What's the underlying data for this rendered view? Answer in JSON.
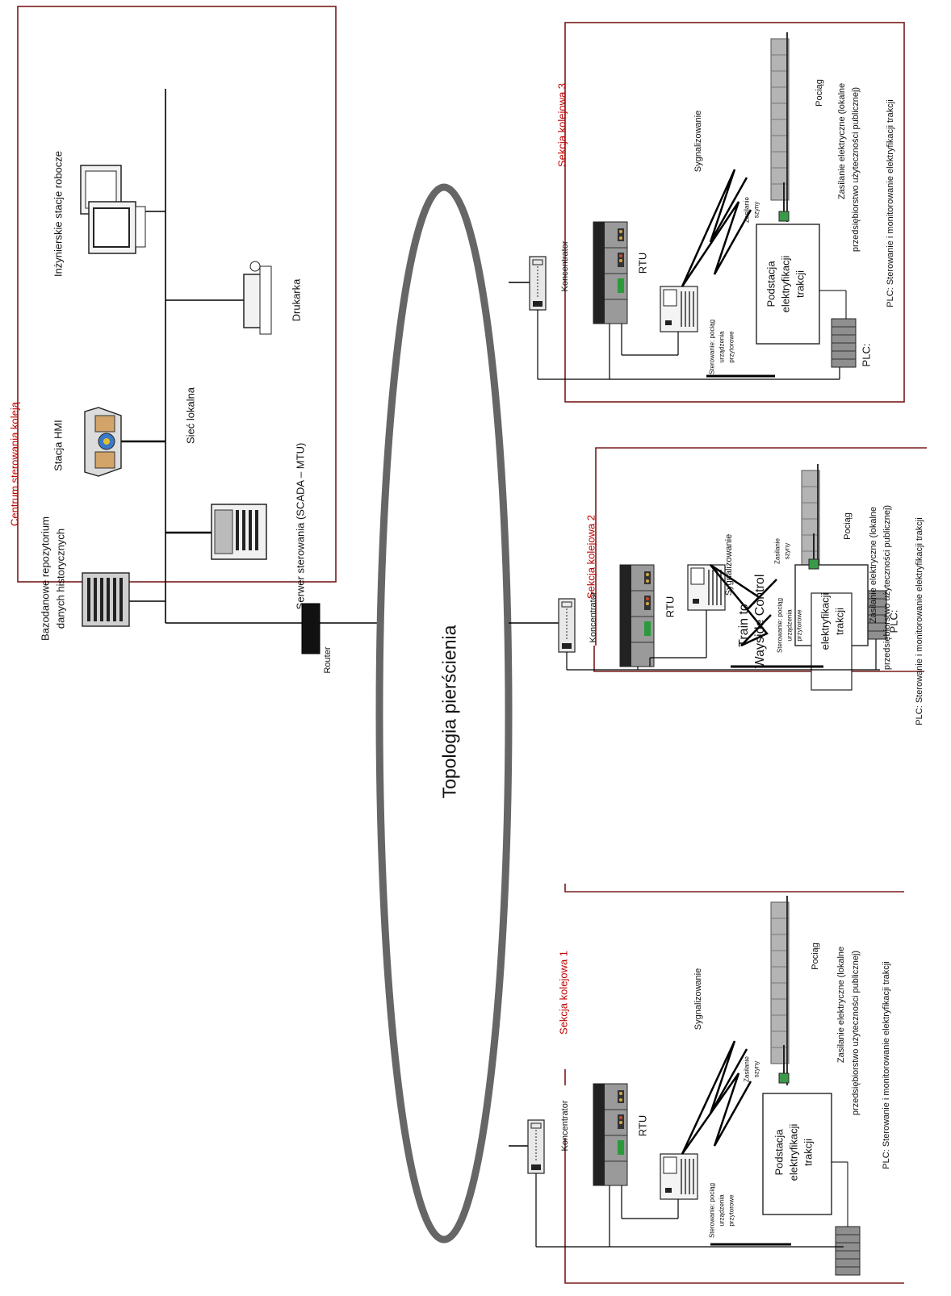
{
  "control_center": {
    "title": "Centrum sterowania koleją",
    "workstations_label": "Inżynierskie stacje robocze",
    "hmi_label": "Stacja HMI",
    "db_label_line1": "Bazodanowe repozytorium",
    "db_label_line2": "danych historycznych",
    "lan_label": "Sieć lokalna",
    "server_label": "Serwer sterowania (SCADA – MTU)",
    "printer_label": "Drukarka",
    "router_label": "Router"
  },
  "ring_label": "Topologia pierścienia",
  "sections": [
    {
      "title": "Sekcja kolejowa 3",
      "hub_label": "Koncentrator",
      "rtu_label": "RTU",
      "signal_label": "Sygnalizowanie",
      "train_label": "Pociąg",
      "rail_power_label_line1": "Zasilanie",
      "rail_power_label_line2": "szyny",
      "power_label_line1": "Zasilanie elektryczne (lokalne",
      "power_label_line2": "przedsiębiorstwo użyteczności publicznej)",
      "plc_desc": "PLC: Sterowanie i monitorowanie elektryfikacji trakcji",
      "substation_label_line1": "Podstacja",
      "substation_label_line2": "elektryfikacji",
      "substation_label_line3": "trakcji",
      "wayside_line1": "Sterowanie: pociąg",
      "wayside_line2": "urządzenia",
      "wayside_line3": "przytorowe",
      "plc_label": "PLC:"
    },
    {
      "title": "Sekcja kolejowa 2",
      "hub_label": "Koncentrator",
      "rtu_label": "RTU",
      "signal_label": "Sygnalizowanie",
      "train_label": "Pociąg",
      "rail_power_label_line1": "Zasilanie",
      "rail_power_label_line2": "szyny",
      "power_label_line1": "Zasilanie elektryczne (lokalne",
      "power_label_line2": "przedsiębiorstwo użyteczności publicznej)",
      "plc_desc": "PLC: Sterowanie i monitorowanie elektryfikacji trakcji",
      "substation_label_line1": "elektryfikacji",
      "substation_label_line2": "trakcji",
      "wayside_line1": "Sterowanie: pociąg",
      "wayside_line2": "urządzenia",
      "wayside_line3": "przytorowe",
      "train_to_wayside_line1": "Train to",
      "train_to_wayside_line2": "Wayside Control",
      "plc_label": "PLC:"
    },
    {
      "title": "Sekcja kolejowa 1",
      "hub_label": "Koncentrator",
      "rtu_label": "RTU",
      "signal_label": "Sygnalizowanie",
      "train_label": "Pociąg",
      "rail_power_label_line1": "Zasilanie",
      "rail_power_label_line2": "szyny",
      "power_label_line1": "Zasilanie elektryczne (lokalne",
      "power_label_line2": "przedsiębiorstwo użyteczności publicznej)",
      "plc_desc": "PLC: Sterowanie i monitorowanie elektryfikacji trakcji",
      "substation_label_line1": "Podstacja",
      "substation_label_line2": "elektryfikacji",
      "substation_label_line3": "trakcji",
      "wayside_line1": "Sterowanie: pociąg",
      "wayside_line2": "urządzenia",
      "wayside_line3": "przytorowe"
    }
  ],
  "colors": {
    "frame": "#7a1a1a",
    "title_red": "#c00000",
    "line": "#000000",
    "device_gray": "#8a8a8a"
  }
}
